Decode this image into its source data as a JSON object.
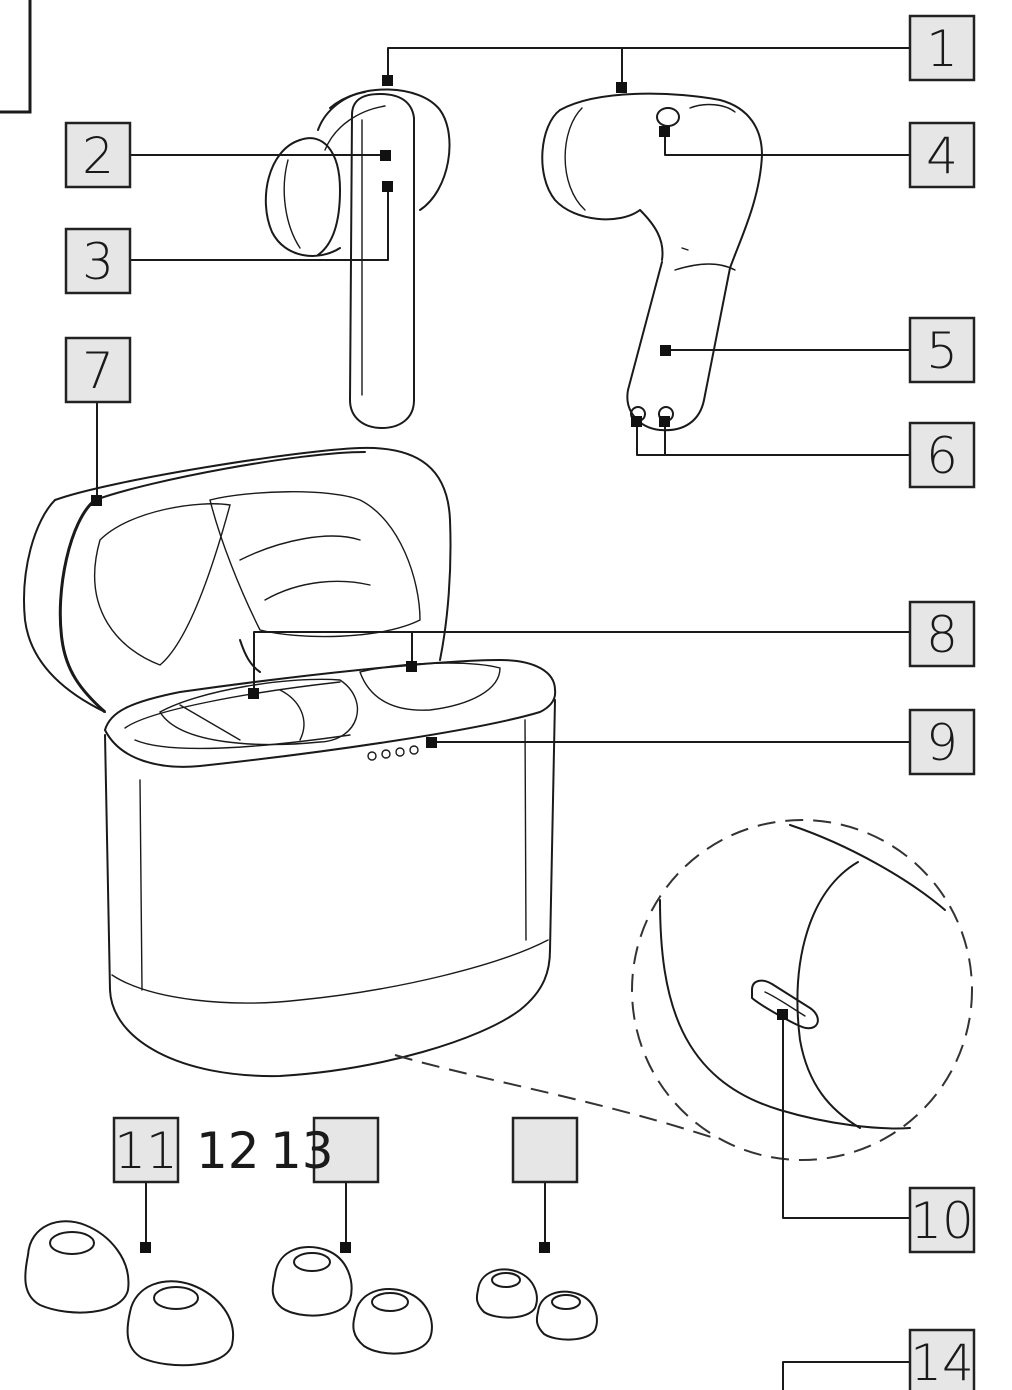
{
  "diagram": {
    "callouts": [
      {
        "id": "1",
        "label": "1"
      },
      {
        "id": "2",
        "label": "2"
      },
      {
        "id": "3",
        "label": "3"
      },
      {
        "id": "4",
        "label": "4"
      },
      {
        "id": "5",
        "label": "5"
      },
      {
        "id": "6",
        "label": "6"
      },
      {
        "id": "7",
        "label": "7"
      },
      {
        "id": "8",
        "label": "8"
      },
      {
        "id": "9",
        "label": "9"
      },
      {
        "id": "10",
        "label": "10"
      },
      {
        "id": "11",
        "label": "11"
      },
      {
        "id": "14",
        "label": "14"
      }
    ],
    "loose_labels": {
      "label_12": "12",
      "label_13": "13"
    },
    "colors": {
      "callout_fill": "#e6e6e6",
      "line": "#1a1a1a",
      "background": "#ffffff"
    }
  }
}
